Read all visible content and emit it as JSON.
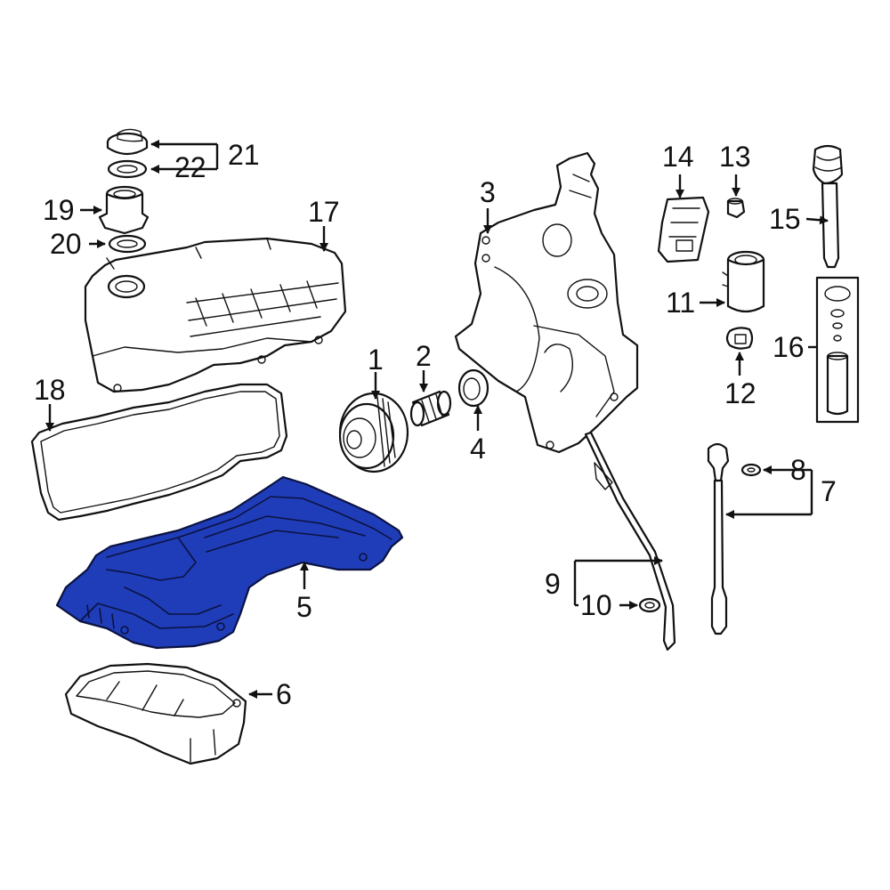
{
  "colors": {
    "highlight": "#1f3db8",
    "ink": "#111111",
    "background": "#ffffff"
  },
  "highlighted_part": "5",
  "callouts": {
    "c1": "1",
    "c2": "2",
    "c3": "3",
    "c4": "4",
    "c5": "5",
    "c6": "6",
    "c7": "7",
    "c8": "8",
    "c9": "9",
    "c10": "10",
    "c11": "11",
    "c12": "12",
    "c13": "13",
    "c14": "14",
    "c15": "15",
    "c16": "16",
    "c17": "17",
    "c18": "18",
    "c19": "19",
    "c20": "20",
    "c21": "21",
    "c22": "22"
  }
}
